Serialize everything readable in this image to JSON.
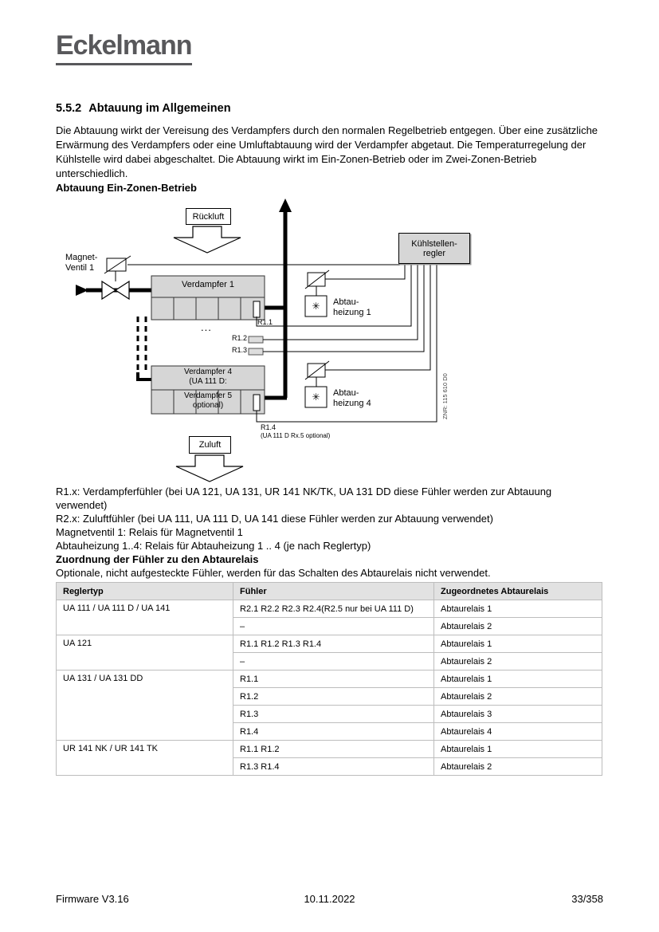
{
  "logo": {
    "text": "Eckelmann"
  },
  "section": {
    "heading_number": "5.5.2",
    "heading_text": "Abtauung im Allgemeinen",
    "intro": "Die Abtauung wirkt der Vereisung des Verdampfers durch den normalen Regelbetrieb entgegen. Über eine zusätzliche Erwärmung des Verdampfers oder eine Umluftabtauung wird der Verdampfer abgetaut. Die Temperaturregelung der Kühlstelle wird dabei abgeschaltet. Die Abtauung wirkt im Ein-Zonen-Betrieb oder im Zwei-Zonen-Betrieb unterschiedlich.",
    "subtitle": "Abtauung Ein-Zonen-Betrieb"
  },
  "diagram": {
    "rueckluft": "Rückluft",
    "zuluft": "Zuluft",
    "magnet_line1": "Magnet-",
    "magnet_line2": "Ventil 1",
    "kuehl_line1": "Kühlstellen-",
    "kuehl_line2": "regler",
    "verdampfer1": "Verdampfer 1",
    "verdampfer4_line1": "Verdampfer 4",
    "verdampfer4_line2": "(UA 111 D:",
    "verdampfer5_line1": "Verdampfer 5",
    "verdampfer5_line2": "optional)",
    "abtau1_line1": "Abtau-",
    "abtau1_line2": "heizung 1",
    "abtau4_line1": "Abtau-",
    "abtau4_line2": "heizung 4",
    "r11": "R1.1",
    "r12": "R1.2",
    "r13": "R1.3",
    "r14": "R1.4",
    "r14_note": "(UA 111 D Rx.5 optional)",
    "dots": "...",
    "znr": "ZNR: 115 610 D0",
    "heater_symbol": "✳"
  },
  "legend": {
    "line1": "R1.x: Verdampferfühler (bei UA 121, UA 131, UR 141 NK/TK, UA 131 DD diese Fühler werden zur Abtauung verwendet)",
    "line2": "R2.x: Zuluftfühler (bei UA 111, UA 111 D, UA 141 diese Fühler werden zur Abtauung verwendet)",
    "line3": "Magnetventil 1: Relais für Magnetventil 1",
    "line4": "Abtauheizung 1..4: Relais für Abtauheizung 1 .. 4 (je nach Reglertyp)",
    "assignment_heading": "Zuordnung der Fühler zu den Abtaurelais",
    "assignment_note": "Optionale, nicht aufgesteckte Fühler, werden für das Schalten des Abtaurelais nicht verwendet."
  },
  "table": {
    "headers": [
      "Reglertyp",
      "Fühler",
      "Zugeordnetes Abtaurelais"
    ],
    "groups": [
      {
        "reglertyp": "UA 111 / UA 111 D / UA 141",
        "rows": [
          {
            "fuehler": "R2.1 R2.2 R2.3 R2.4(R2.5 nur bei UA 111 D)",
            "relais": "Abtaurelais 1"
          },
          {
            "fuehler": "–",
            "relais": "Abtaurelais 2"
          }
        ]
      },
      {
        "reglertyp": "UA 121",
        "rows": [
          {
            "fuehler": "R1.1 R1.2 R1.3 R1.4",
            "relais": "Abtaurelais 1"
          },
          {
            "fuehler": "–",
            "relais": "Abtaurelais 2"
          }
        ]
      },
      {
        "reglertyp": "UA 131 / UA 131 DD",
        "rows": [
          {
            "fuehler": "R1.1",
            "relais": "Abtaurelais 1"
          },
          {
            "fuehler": "R1.2",
            "relais": "Abtaurelais 2"
          },
          {
            "fuehler": "R1.3",
            "relais": "Abtaurelais 3"
          },
          {
            "fuehler": "R1.4",
            "relais": "Abtaurelais 4"
          }
        ]
      },
      {
        "reglertyp": "UR 141 NK / UR 141 TK",
        "rows": [
          {
            "fuehler": "R1.1 R1.2",
            "relais": "Abtaurelais 1"
          },
          {
            "fuehler": "R1.3 R1.4",
            "relais": "Abtaurelais 2"
          }
        ]
      }
    ]
  },
  "footer": {
    "left": "Firmware V3.16",
    "center": "10.11.2022",
    "right": "33/358"
  }
}
